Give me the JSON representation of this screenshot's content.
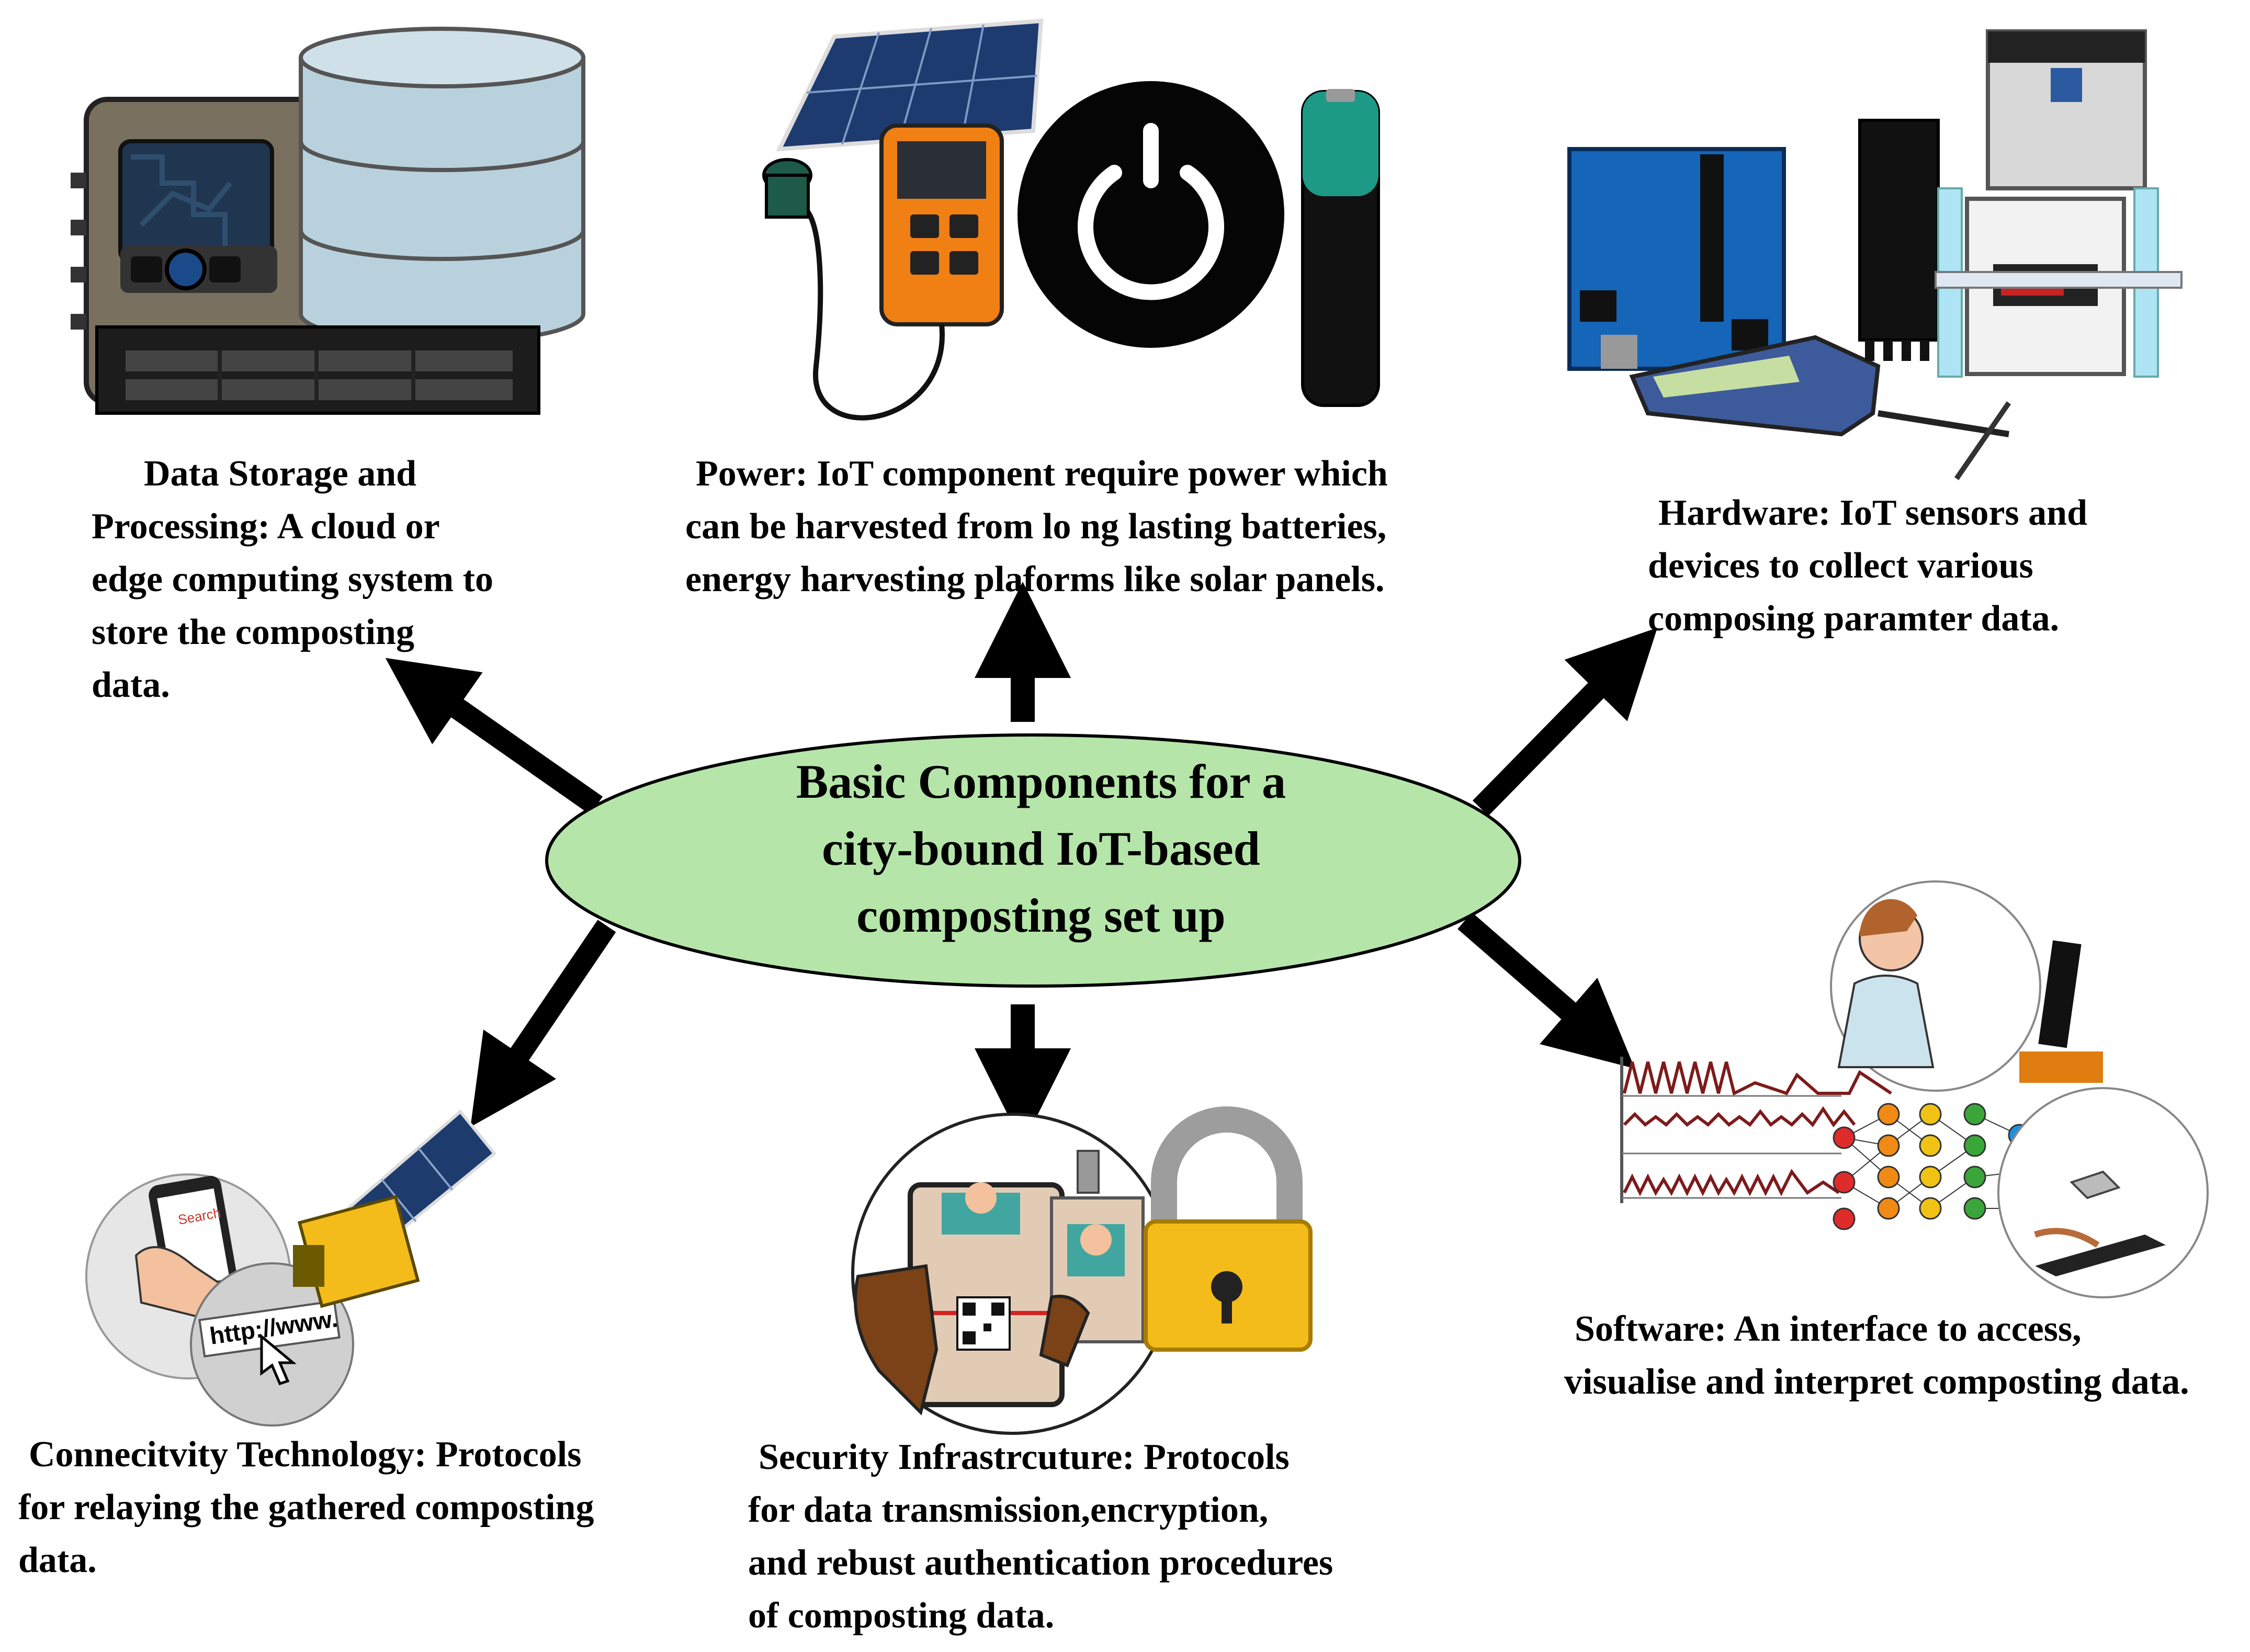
{
  "center": {
    "line1": "Basic Components for a",
    "line2": "city-bound IoT-based",
    "line3": "composting set up",
    "fill": "#b5e5a9"
  },
  "nodes": {
    "data_storage": {
      "lines": [
        "Data Storage and",
        "Processing: A cloud or",
        "edge computing system to",
        "store the composting",
        "data."
      ]
    },
    "power": {
      "lines": [
        "Power: IoT component require power which",
        "can be harvested from lo ng lasting batteries,",
        "energy harvesting plaforms like solar panels."
      ]
    },
    "hardware": {
      "lines": [
        "Hardware: IoT sensors and",
        "devices to collect various",
        "composing paramter data."
      ]
    },
    "software": {
      "lines": [
        "Software: An interface to access,",
        "visualise and interpret composting data."
      ]
    },
    "security": {
      "lines": [
        "Security Infrastrcuture: Protocols",
        "for data transmission,encryption,",
        "and rebust authentication procedures",
        "of composting data."
      ]
    },
    "connectivity": {
      "lines": [
        "Connecitvity Technology: Protocols",
        "for relaying the gathered composting",
        "data."
      ]
    }
  },
  "illustration_text": {
    "search": "Search",
    "url": "http://www."
  },
  "icons": [
    "server-camera-illustration",
    "database-icon",
    "solar-panel-icon",
    "power-icon",
    "battery-icon",
    "arduino-board-icon",
    "sensor-meter-icon",
    "inverter-icon",
    "smartphone-search-icon",
    "satellite-icon",
    "qr-scan-icon",
    "padlock-icon",
    "neural-network-icon",
    "person-computer-icon"
  ],
  "colors": {
    "arrow": "#000000",
    "ellipse": "#b5e5a9"
  }
}
